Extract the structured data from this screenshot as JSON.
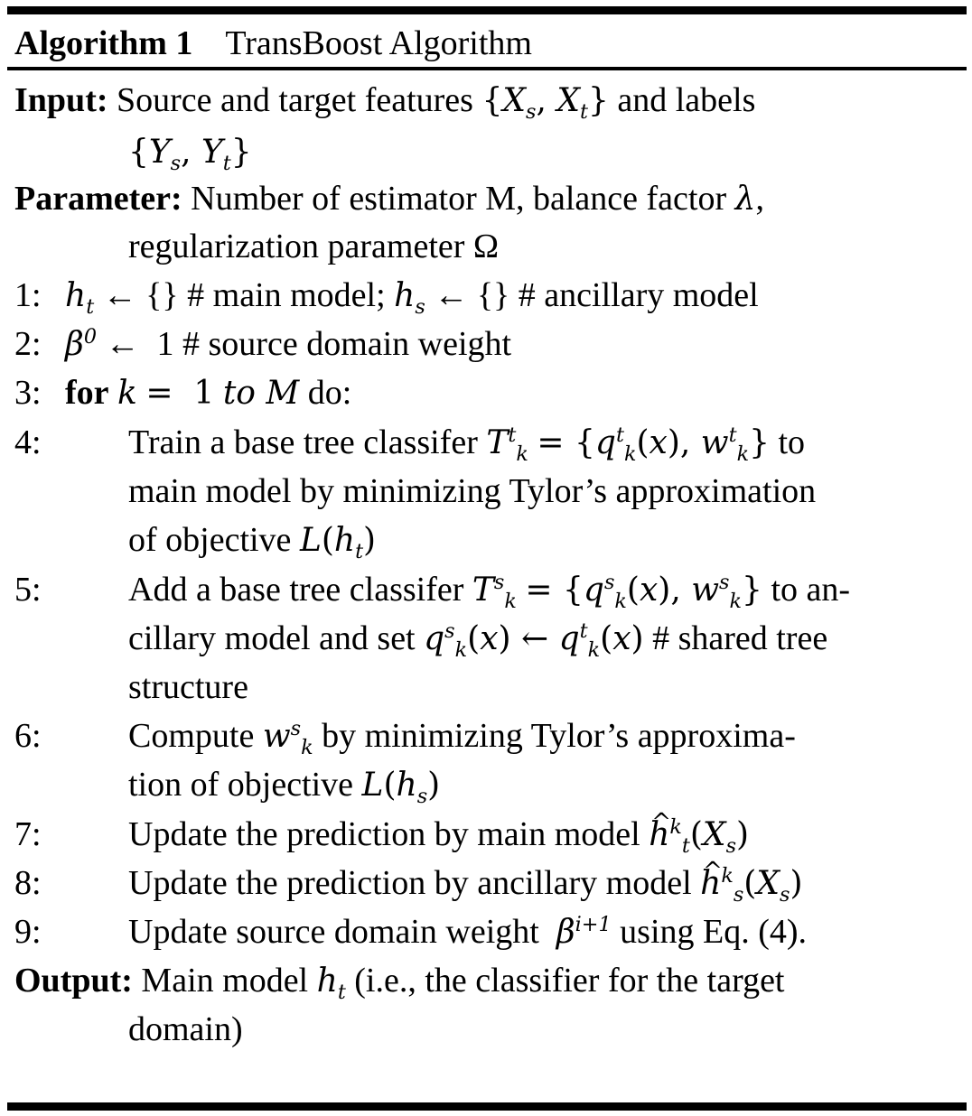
{
  "algorithm": {
    "label": "Algorithm 1",
    "name": "TransBoost Algorithm"
  },
  "input": {
    "label": "Input:",
    "line1": "Source and target features",
    "line1_tail": "and labels"
  },
  "parameter": {
    "label": "Parameter:",
    "line1": "Number of estimator M, balance factor",
    "line2": "regularization parameter Ω"
  },
  "steps": [
    {
      "num": "1:",
      "a": "# main model;",
      "b": "# ancillary model"
    },
    {
      "num": "2:",
      "a": "1 # source domain weight"
    },
    {
      "num": "3:",
      "kw": "for",
      "tail": "do:"
    },
    {
      "num": "4:",
      "a": "Train a base tree classifer",
      "b": "to",
      "line2": "main model by minimizing Tylor’s approximation",
      "line3": "of objective"
    },
    {
      "num": "5:",
      "a": "Add a base tree classifer",
      "b": "to an-",
      "line2a": "cillary model and set",
      "line2b": "# shared tree",
      "line3": "structure"
    },
    {
      "num": "6:",
      "a": "Compute",
      "b": "by minimizing Tylor’s approxima-",
      "line2": "tion of objective"
    },
    {
      "num": "7:",
      "a": "Update the prediction by main model"
    },
    {
      "num": "8:",
      "a": "Update the prediction by ancillary model"
    },
    {
      "num": "9:",
      "a": "Update source domain weight",
      "b": "using Eq. (4)."
    }
  ],
  "output": {
    "label": "Output:",
    "line1a": "Main model",
    "line1b": "(i.e., the classifier for the target",
    "line2": "domain)"
  }
}
